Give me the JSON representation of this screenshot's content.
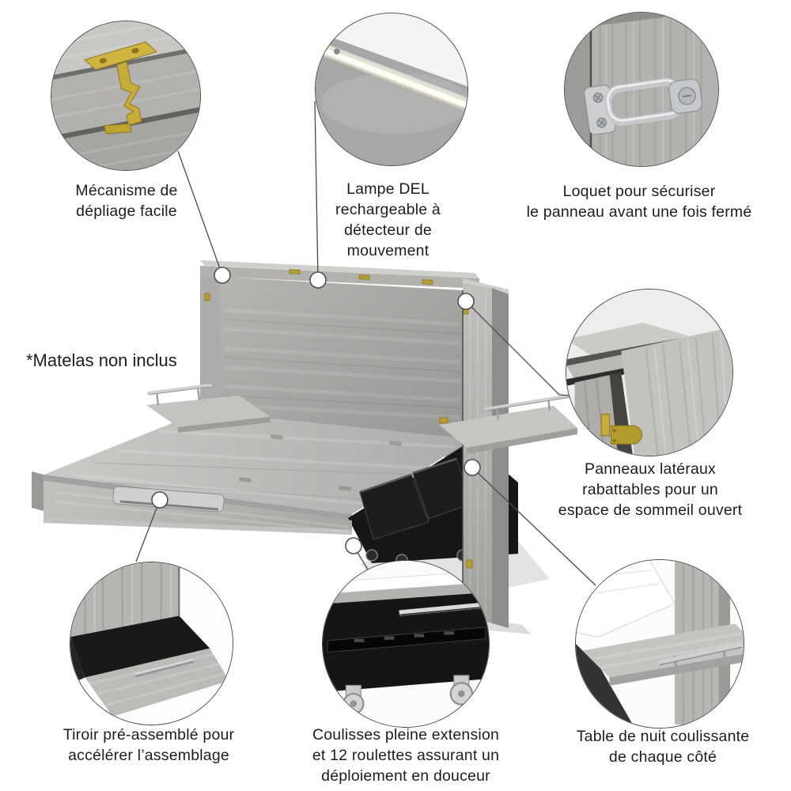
{
  "note": "*Matelas non inclus",
  "features": [
    {
      "id": "mechanism",
      "label": "Mécanisme de\ndépliage facile"
    },
    {
      "id": "led-lamp",
      "label": "Lampe DEL\nrechargeable à\ndétecteur de\nmouvement"
    },
    {
      "id": "latch",
      "label": "Loquet pour sécuriser\nle panneau avant une fois fermé"
    },
    {
      "id": "side-panels",
      "label": "Panneaux latéraux\nrabattables pour un\nespace de sommeil ouvert"
    },
    {
      "id": "drawer",
      "label": "Tiroir pré-assemblé pour\naccélérer l’assemblage"
    },
    {
      "id": "slides",
      "label": "Coulisses pleine extension\net 12 roulettes assurant un\ndéploiement en douceur"
    },
    {
      "id": "nightstand",
      "label": "Table de nuit coulissante\nde chaque côté"
    }
  ],
  "colors": {
    "text": "#1d1d1d",
    "leader_line": "#4a4a4a",
    "wood_light": "#c6c5c2",
    "wood_mid": "#b3b2af",
    "wood_dark": "#9b9a97",
    "brass": "#c7ac38",
    "chrome": "#ced1d3",
    "mechanism_black": "#161615"
  }
}
